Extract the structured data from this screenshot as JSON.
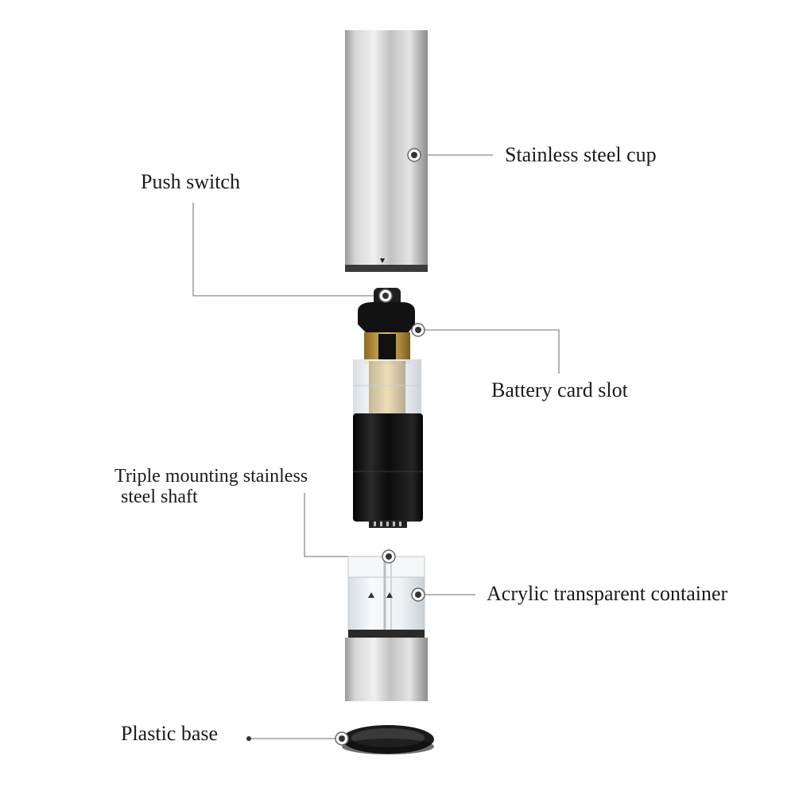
{
  "labels": {
    "stainless_cup": "Stainless steel cup",
    "push_switch": "Push switch",
    "battery_slot": "Battery card slot",
    "shaft_line1": "Triple mounting stainless",
    "shaft_line2": "steel shaft",
    "acrylic_container": "Acrylic transparent container",
    "plastic_base": "Plastic base"
  },
  "colors": {
    "leader_line": "#8a8a8a",
    "steel_light": "#e6e6e6",
    "steel_dark": "#8f8f8f",
    "body_black": "#141414",
    "battery_gold": "#c9a045",
    "acrylic": "#eef2f5"
  }
}
